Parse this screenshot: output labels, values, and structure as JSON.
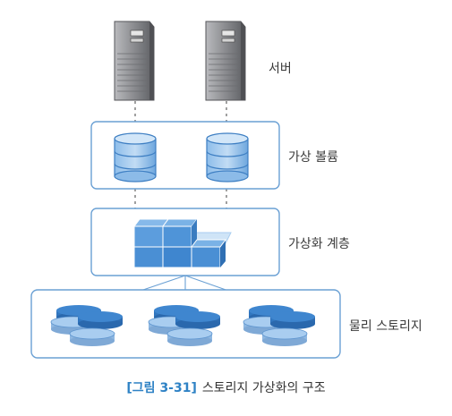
{
  "labels": {
    "server": "서버",
    "virtual_volume": "가상 볼륨",
    "virtualization_layer": "가상화 계층",
    "physical_storage": "물리 스토리지"
  },
  "caption": {
    "figure_number": "[그림 3-31]",
    "title": "스토리지 가상화의 구조"
  },
  "colors": {
    "box_border": "#6aa0d4",
    "server_body": "#7d7e82",
    "disk_blue": "#3f86cf",
    "disk_light": "#a9cdf0",
    "cube_blue": "#4b90d6",
    "figure_label": "#2e82c5"
  },
  "counts": {
    "servers": 2,
    "volumes": 2,
    "disk_groups": 3
  }
}
